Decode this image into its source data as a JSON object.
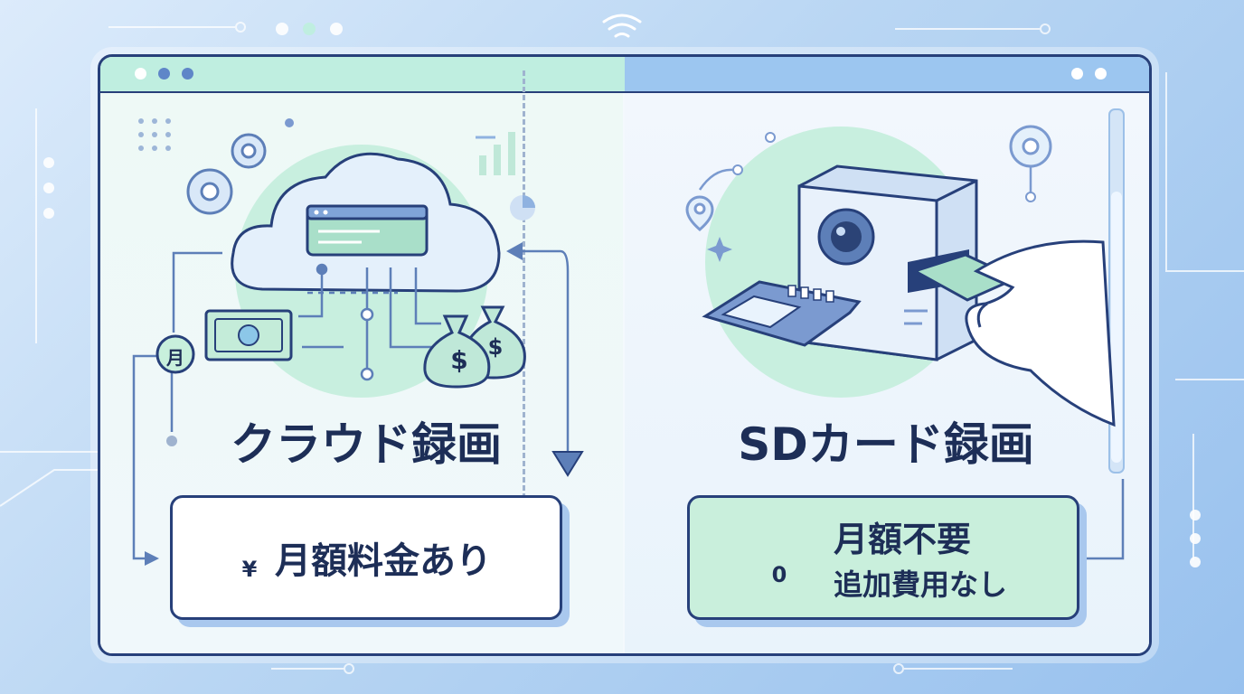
{
  "left": {
    "heading": "クラウド録画",
    "month_badge": "月",
    "note": "月額料金あり",
    "yen_symbol": "¥",
    "dollar_symbol": "$"
  },
  "right": {
    "heading": "SDカード録画",
    "note_line1": "月額不要",
    "note_line2": "追加費用なし",
    "zero_symbol": "0"
  },
  "colors": {
    "navy": "#27407a",
    "mint": "#bfeee0",
    "sky": "#9cc6f0",
    "text": "#1d2e57"
  },
  "icons": [
    "cloud-icon",
    "gear-icon",
    "money-bag-icon",
    "banknote-icon",
    "credit-card-icon",
    "camera-icon",
    "sd-card-icon",
    "hand-icon",
    "coin-stack-icon",
    "location-pin-icon",
    "bar-chart-icon",
    "pie-chart-icon",
    "wifi-icon",
    "sparkle-icon"
  ]
}
